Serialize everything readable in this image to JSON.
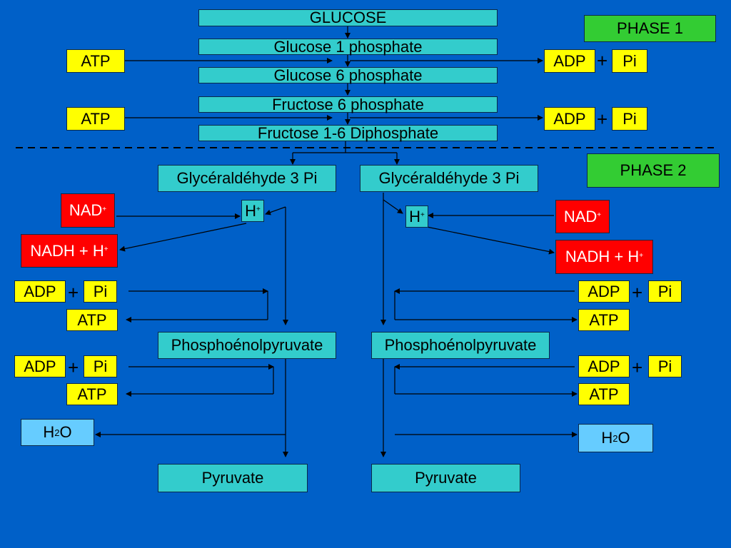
{
  "glycolysis": {
    "phase1": "PHASE 1",
    "phase2": "PHASE 2",
    "glucose": "GLUCOSE",
    "g1p": "Glucose 1 phosphate",
    "g6p": "Glucose 6 phosphate",
    "f6p": "Fructose 6 phosphate",
    "f16dp": "Fructose 1-6 Diphosphate",
    "gap": "Glycéraldéhyde 3 Pi",
    "pep": "Phosphoénolpyruvate",
    "pyruvate": "Pyruvate",
    "atp": "ATP",
    "adp": "ADP",
    "pi": "Pi",
    "plus": "+",
    "nad": "NAD",
    "nadh": "NADH + H",
    "h": "H",
    "sup_plus": "+",
    "h2o_h": "H",
    "h2o_2": "2",
    "h2o_o": "O"
  },
  "colors": {
    "background": "#0060C8",
    "metabolite": "#33CCCC",
    "energy": "#FFFF00",
    "cofactor": "#FF0000",
    "phase": "#33CC33",
    "water": "#66CCFF"
  }
}
